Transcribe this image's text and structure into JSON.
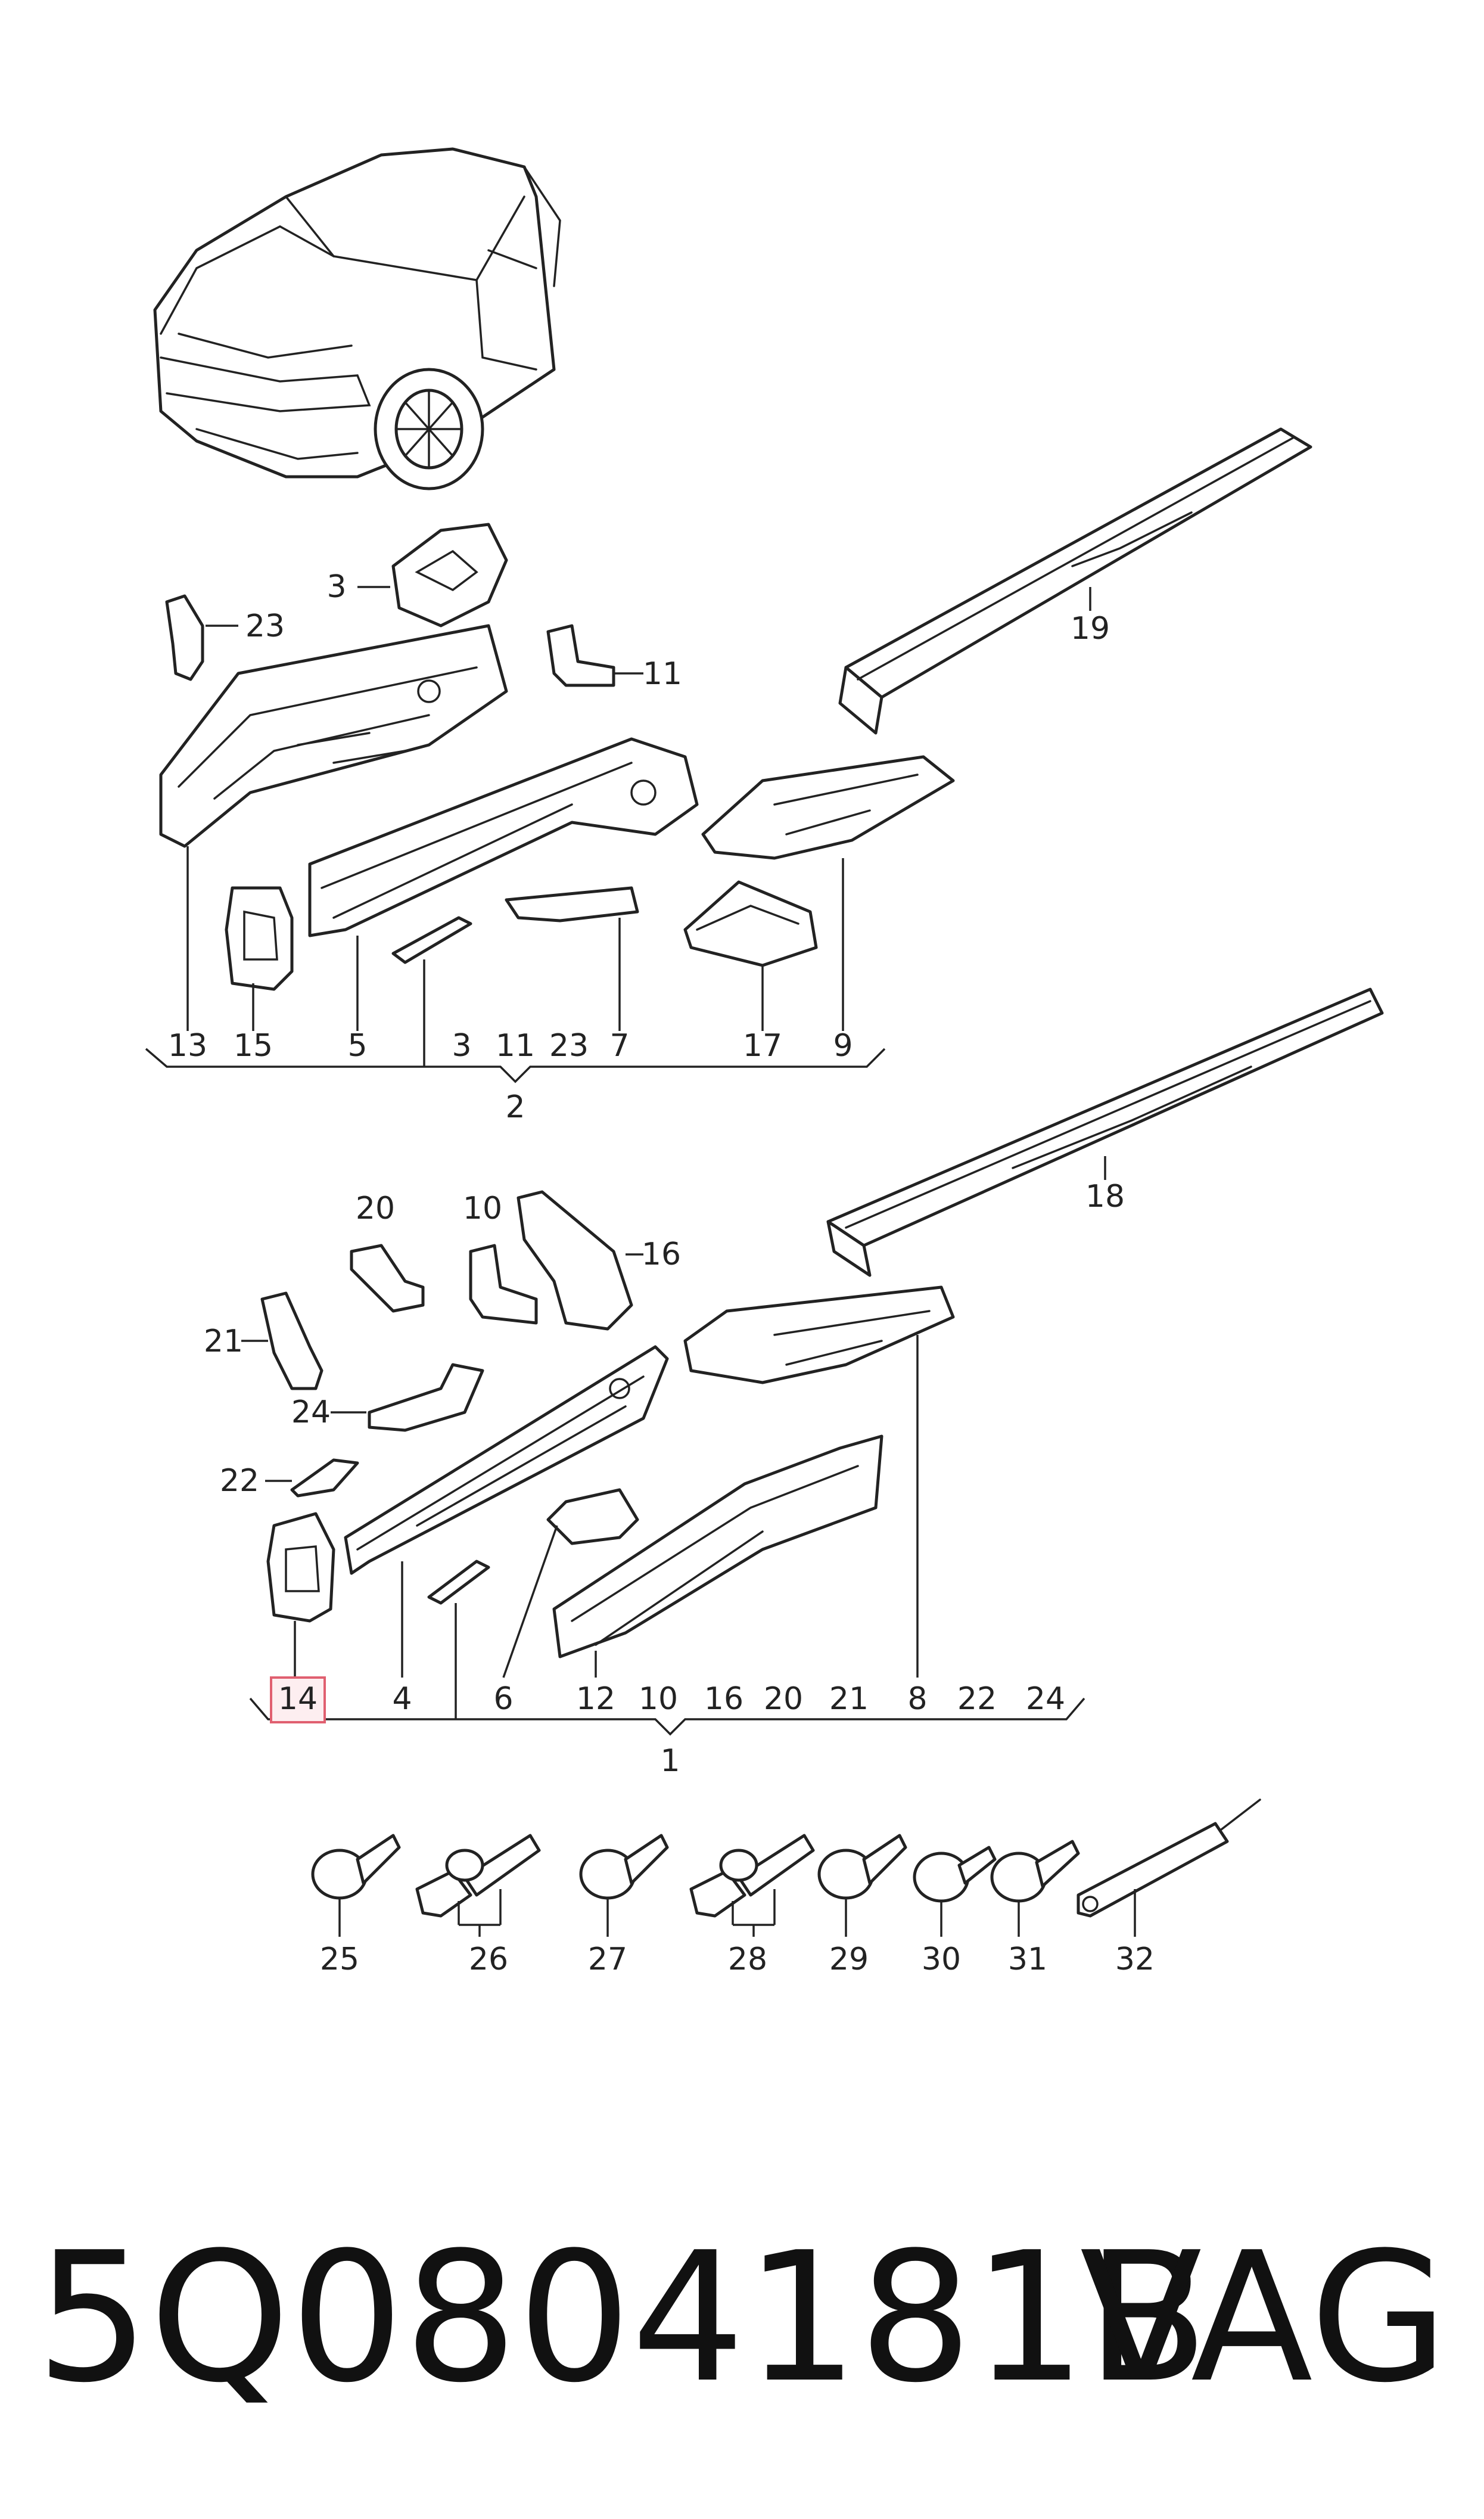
{
  "group_upper": {
    "callouts": [
      {
        "id": "u3",
        "label": "3"
      },
      {
        "id": "u23",
        "label": "23"
      },
      {
        "id": "u11",
        "label": "11"
      },
      {
        "id": "u19",
        "label": "19"
      },
      {
        "id": "u13",
        "label": "13"
      },
      {
        "id": "u15",
        "label": "15"
      },
      {
        "id": "u5",
        "label": "5"
      },
      {
        "id": "u3b",
        "label": "3"
      },
      {
        "id": "u11b",
        "label": "11"
      },
      {
        "id": "u23b",
        "label": "23"
      },
      {
        "id": "u7",
        "label": "7"
      },
      {
        "id": "u17",
        "label": "17"
      },
      {
        "id": "u9",
        "label": "9"
      }
    ],
    "assembly_label": "2"
  },
  "group_lower": {
    "callouts": [
      {
        "id": "l20",
        "label": "20"
      },
      {
        "id": "l10",
        "label": "10"
      },
      {
        "id": "l16",
        "label": "16"
      },
      {
        "id": "l18",
        "label": "18"
      },
      {
        "id": "l21",
        "label": "21"
      },
      {
        "id": "l24",
        "label": "24"
      },
      {
        "id": "l22",
        "label": "22"
      },
      {
        "id": "l14",
        "label": "14"
      },
      {
        "id": "l4",
        "label": "4"
      },
      {
        "id": "l6",
        "label": "6"
      },
      {
        "id": "l12",
        "label": "12"
      },
      {
        "id": "l10b",
        "label": "10"
      },
      {
        "id": "l16b",
        "label": "16"
      },
      {
        "id": "l20b",
        "label": "20"
      },
      {
        "id": "l21b",
        "label": "21"
      },
      {
        "id": "l8",
        "label": "8"
      },
      {
        "id": "l22b",
        "label": "22"
      },
      {
        "id": "l24b",
        "label": "24"
      }
    ],
    "assembly_label": "1",
    "highlighted_label": "14",
    "highlight_color": "#e06070"
  },
  "fasteners": {
    "callouts": [
      {
        "id": "f25",
        "label": "25"
      },
      {
        "id": "f26",
        "label": "26"
      },
      {
        "id": "f27",
        "label": "27"
      },
      {
        "id": "f28",
        "label": "28"
      },
      {
        "id": "f29",
        "label": "29"
      },
      {
        "id": "f30",
        "label": "30"
      },
      {
        "id": "f31",
        "label": "31"
      },
      {
        "id": "f32",
        "label": "32"
      }
    ]
  },
  "footer": {
    "part_number": "5Q0804181B",
    "brand": "VAG"
  },
  "colors": {
    "line": "#222222",
    "background": "#ffffff",
    "highlight_box": "#e06070",
    "highlight_fill": "#fdeef0"
  },
  "icons": {
    "vehicle": "suv-front-three-quarter-icon"
  }
}
